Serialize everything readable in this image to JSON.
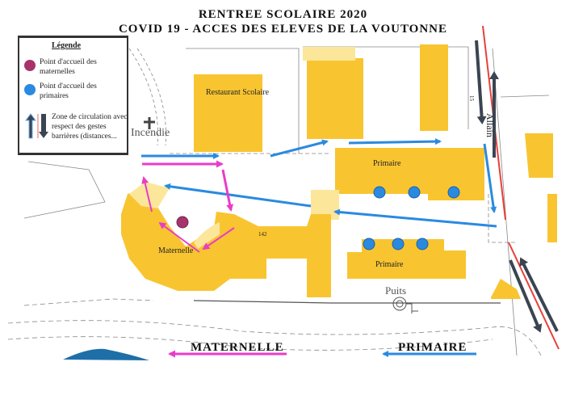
{
  "title": {
    "line1": "RENTREE SCOLAIRE 2020",
    "line2": "COVID 19 - ACCES DES ELEVES DE LA VOUTONNE"
  },
  "legend": {
    "title": "Légende",
    "items": [
      {
        "label": "Point d'accueil des maternelles",
        "color": "#a8336a",
        "icon": "magenta-dot"
      },
      {
        "label": "Point d'accueil des primaires",
        "color": "#2a8ae0",
        "icon": "blue-dot"
      },
      {
        "label": "Zone de circulation avec respect des gestes barrières (distances...",
        "icon": "up-down-arrows"
      }
    ]
  },
  "map": {
    "labels": {
      "incendie": "Incendie",
      "restaurant": "Restaurant Scolaire",
      "primaire_top": "Primaire",
      "primaire_bottom": "Primaire",
      "maternelle": "Maternelle",
      "building_number": "142",
      "puits": "Puits",
      "road": "Allain",
      "parcel": "15"
    },
    "colors": {
      "building": "#f8c531",
      "building_light": "#fce69a",
      "primary_route": "#2a8ae0",
      "maternelle_route": "#e93cc8",
      "circulation": "#3a4552",
      "road_line": "#e8403a"
    }
  },
  "bottom": {
    "maternelle": "MATERNELLE",
    "primaire": "PRIMAIRE"
  }
}
